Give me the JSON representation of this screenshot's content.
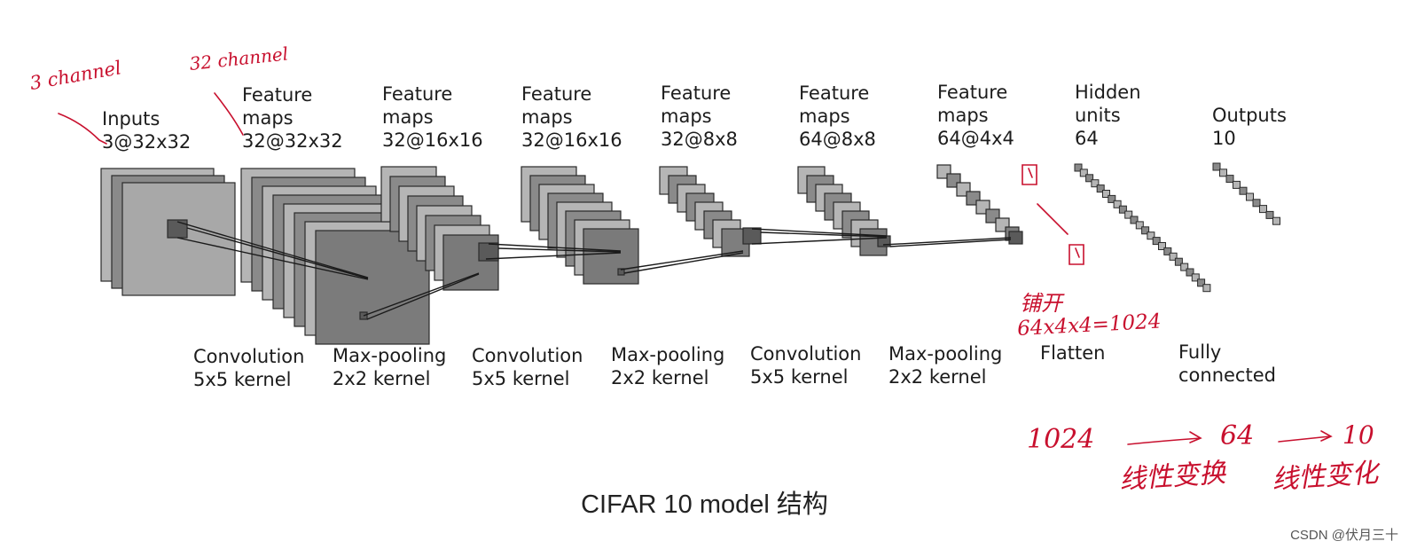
{
  "layers": [
    {
      "line1": "Inputs",
      "line2": "3@32x32"
    },
    {
      "line1": "Feature",
      "line2": "maps",
      "line3": "32@32x32"
    },
    {
      "line1": "Feature",
      "line2": "maps",
      "line3": "32@16x16"
    },
    {
      "line1": "Feature",
      "line2": "maps",
      "line3": "32@16x16"
    },
    {
      "line1": "Feature",
      "line2": "maps",
      "line3": "32@8x8"
    },
    {
      "line1": "Feature",
      "line2": "maps",
      "line3": "64@8x8"
    },
    {
      "line1": "Feature",
      "line2": "maps",
      "line3": "64@4x4"
    },
    {
      "line1": "Hidden",
      "line2": "units",
      "line3": "64"
    },
    {
      "line1": "Outputs",
      "line2": "10"
    }
  ],
  "operations": [
    {
      "line1": "Convolution",
      "line2": "5x5 kernel"
    },
    {
      "line1": "Max-pooling",
      "line2": "2x2 kernel"
    },
    {
      "line1": "Convolution",
      "line2": "5x5 kernel"
    },
    {
      "line1": "Max-pooling",
      "line2": "2x2 kernel"
    },
    {
      "line1": "Convolution",
      "line2": "5x5 kernel"
    },
    {
      "line1": "Max-pooling",
      "line2": "2x2 kernel"
    },
    {
      "line1": "Flatten"
    },
    {
      "line1": "Fully",
      "line2": "connected"
    }
  ],
  "caption": "CIFAR 10 model 结构",
  "watermark": "CSDN @伏月三十",
  "annotations": {
    "input_channels": "3 channel",
    "feature_channels": "32 channel",
    "flatten_label": "铺开",
    "flatten_formula": "64x4x4=1024",
    "dim_1024": "1024",
    "dim_64": "64",
    "dim_10": "10",
    "linear_1": "线性变换",
    "linear_2": "线性变化"
  },
  "colors": {
    "layer_fill": "#8a8a8a",
    "layer_light": "#b5b5b5",
    "layer_dark": "#5a5a5a",
    "stroke": "#2a2a2a",
    "handwriting": "#c8102e"
  }
}
